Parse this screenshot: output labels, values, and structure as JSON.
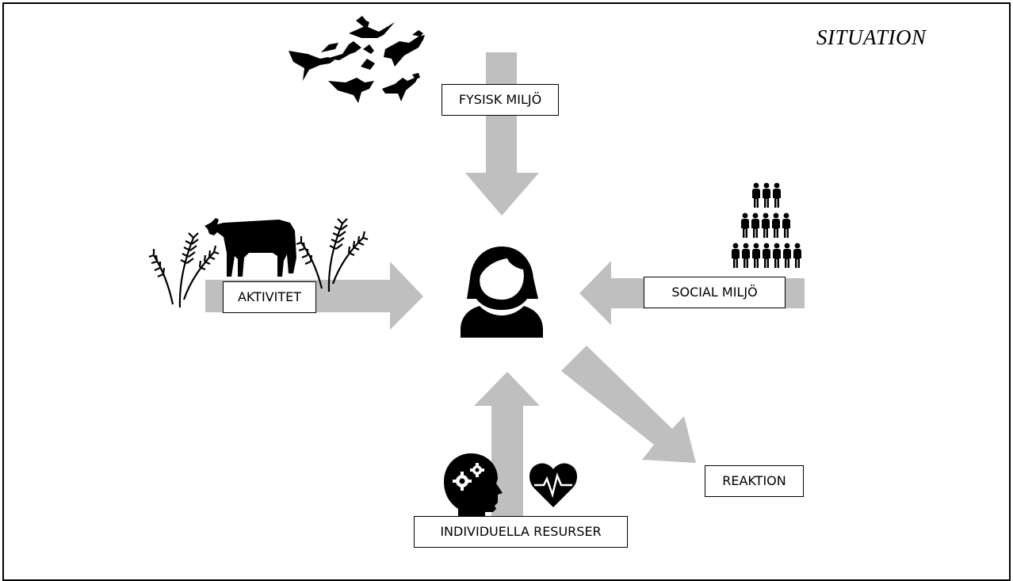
{
  "title": "SITUATION",
  "labels": {
    "fysisk": "FYSISK MILJÖ",
    "aktivitet": "AKTIVITET",
    "social": "SOCIAL MILJÖ",
    "individuella": "INDIVIDUELLA RESURSER",
    "reaktion": "REAKTION"
  },
  "colors": {
    "arrow": "#bfbfbf",
    "icon": "#000000",
    "border": "#000000"
  },
  "icons": [
    "geese-icon",
    "cow-icon",
    "wheat-icon",
    "people-pyramid-icon",
    "person-icon",
    "brain-gears-icon",
    "heart-pulse-icon"
  ]
}
